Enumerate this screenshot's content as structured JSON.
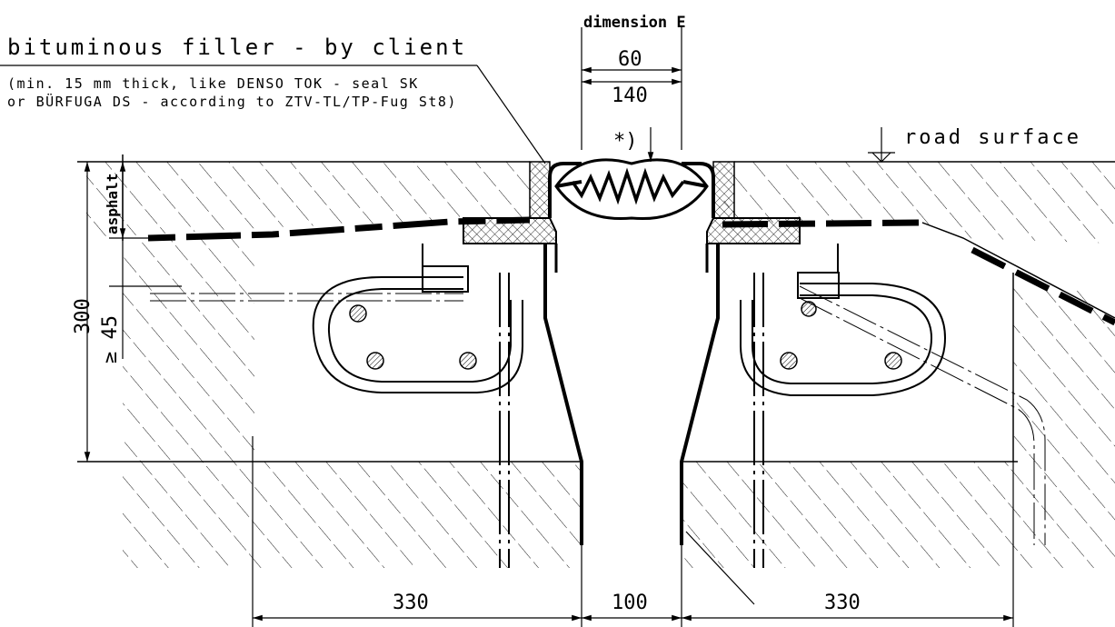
{
  "labels": {
    "filler_title": "bituminous filler - by client",
    "filler_note_line1": "(min. 15 mm thick, like DENSO TOK - seal SK",
    "filler_note_line2": "or BÜRFUGA DS - according to ZTV-TL/TP-Fug St8)",
    "dimension_e": "dimension E",
    "dim_60": "60",
    "dim_140": "140",
    "asterisk": "*)",
    "road_surface": "road surface",
    "asphalt": "asphalt",
    "dim_300": "300",
    "dim_45": "≥ 45",
    "dim_330_left": "330",
    "dim_100": "100",
    "dim_330_right": "330"
  },
  "colors": {
    "line": "#000000",
    "background": "#ffffff",
    "hatch": "#000000"
  }
}
